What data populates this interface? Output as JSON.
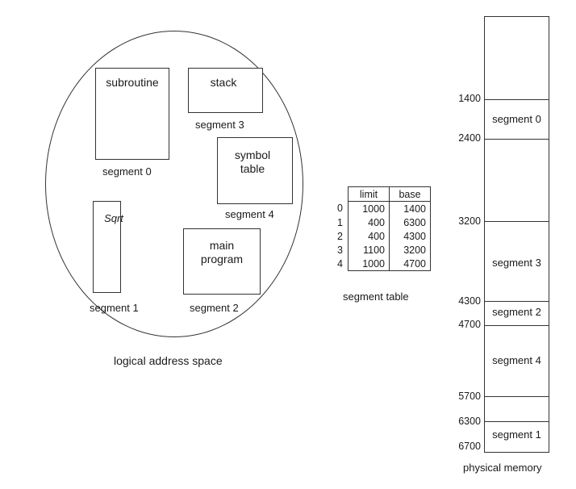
{
  "logical": {
    "caption": "logical address space",
    "subroutine": {
      "text": "subroutine",
      "caption": "segment 0"
    },
    "stack": {
      "text": "stack",
      "caption": "segment 3"
    },
    "symbol": {
      "line1": "symbol",
      "line2": "table",
      "caption": "segment 4"
    },
    "sqrt": {
      "text": "Sqrt",
      "caption": "segment 1"
    },
    "main": {
      "line1": "main",
      "line2": "program",
      "caption": "segment 2"
    }
  },
  "table": {
    "caption": "segment table",
    "headers": [
      "limit",
      "base"
    ],
    "rows": [
      {
        "idx": "0",
        "limit": "1000",
        "base": "1400"
      },
      {
        "idx": "1",
        "limit": "400",
        "base": "6300"
      },
      {
        "idx": "2",
        "limit": "400",
        "base": "4300"
      },
      {
        "idx": "3",
        "limit": "1100",
        "base": "3200"
      },
      {
        "idx": "4",
        "limit": "1000",
        "base": "4700"
      }
    ]
  },
  "memory": {
    "caption": "physical memory",
    "addresses": [
      "1400",
      "2400",
      "3200",
      "4300",
      "4700",
      "5700",
      "6300",
      "6700"
    ],
    "segments": [
      "segment 0",
      "segment 3",
      "segment 2",
      "segment 4",
      "segment 1"
    ]
  }
}
